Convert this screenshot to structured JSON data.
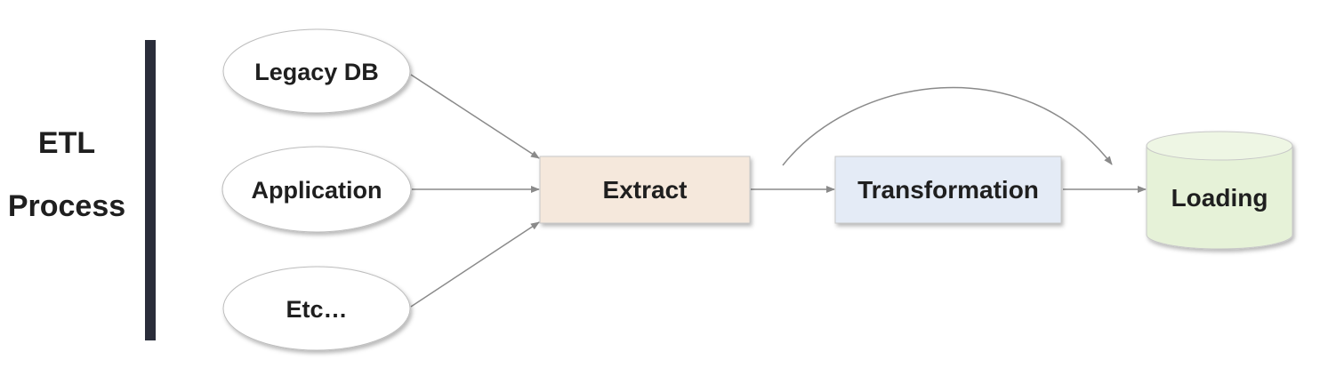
{
  "title": {
    "line1": "ETL",
    "line2": "Process"
  },
  "sources": [
    {
      "label": "Legacy DB"
    },
    {
      "label": "Application"
    },
    {
      "label": "Etc…"
    }
  ],
  "stages": {
    "extract": {
      "label": "Extract",
      "fill": "#f5e8dc"
    },
    "transform": {
      "label": "Transformation",
      "fill": "#e4ebf6"
    },
    "load": {
      "label": "Loading",
      "fill": "#e6f2d8"
    }
  },
  "colors": {
    "divider": "#2a2d3a",
    "arrow": "#8a8a8a",
    "ellipse_stroke": "#bdbdbd",
    "box_stroke": "#c8c8c8"
  }
}
